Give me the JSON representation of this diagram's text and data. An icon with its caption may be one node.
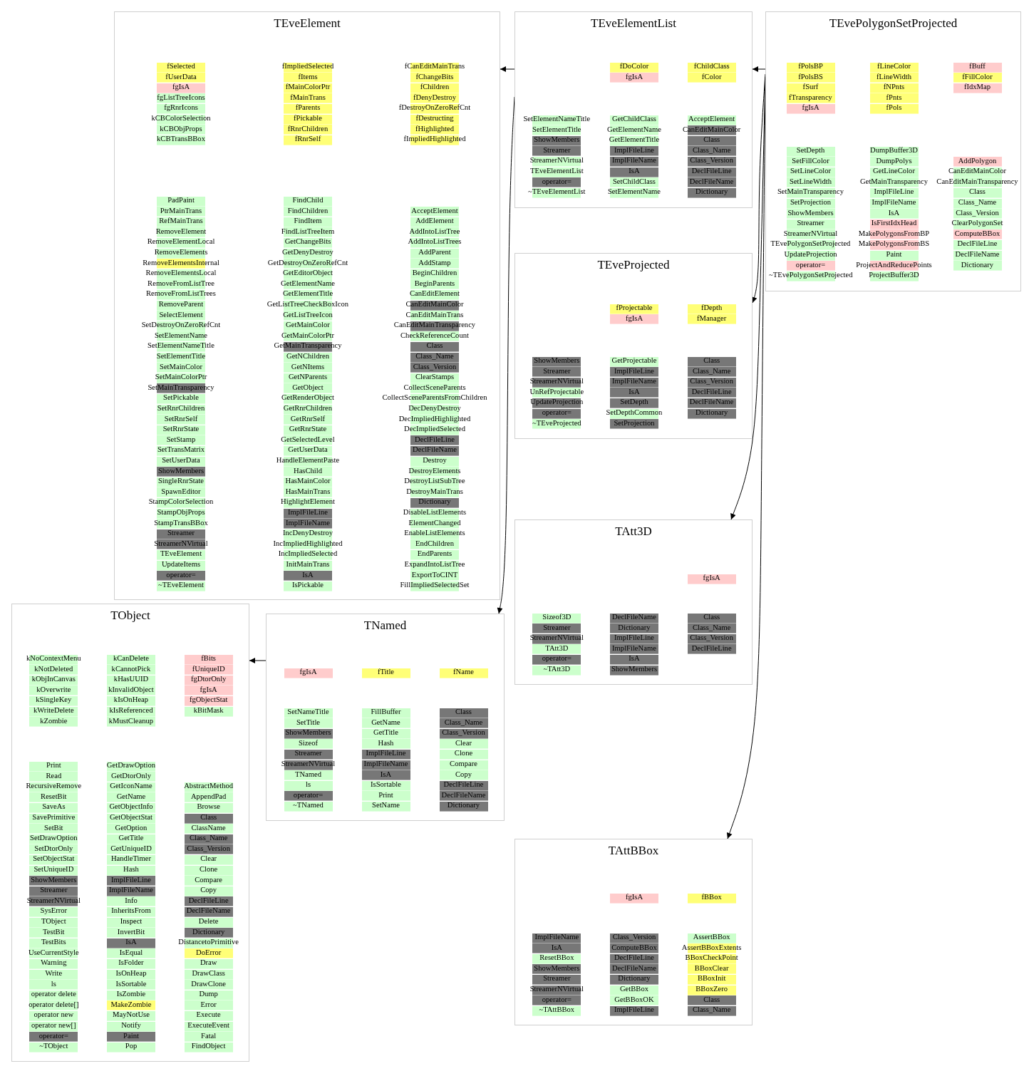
{
  "diagram": {
    "nodes": [
      {
        "text": [
          "TEveElement",
          "fSelected",
          "fUserData",
          "fgIsA",
          "fgListTreeIcons",
          "fgRnrIcons",
          "kCBColorSelection",
          "kCBObjProps",
          "kCBTransBBox",
          "fImpliedSelected",
          "fItems",
          "fMainColorPtr",
          "fMainTrans",
          "fParents",
          "fPickable",
          "fRnrChildren",
          "fRnrSelf",
          "fCanEditMainTrans",
          "fChangeBits",
          "fChildren",
          "fDenyDestroy",
          "fDestroyOnZeroRefCnt",
          "fDestructing",
          "fHighlighted",
          "fImpliedHighlighted",
          "PadPaint",
          "PtrMainTrans",
          "RefMainTrans",
          "RemoveElement",
          "RemoveElementLocal",
          "RemoveElements",
          "RemoveElementsInternal",
          "RemoveElementsLocal",
          "RemoveFromListTree",
          "RemoveFromListTrees",
          "RemoveParent",
          "SelectElement",
          "SetDestroyOnZeroRefCnt",
          "SetElementName",
          "SetElementNameTitle",
          "SetElementTitle",
          "SetMainColor",
          "SetMainColorPtr",
          "SetMainTransparency",
          "SetPickable",
          "SetRnrChildren",
          "SetRnrSelf",
          "SetRnrState",
          "SetStamp",
          "SetTransMatrix",
          "SetUserData",
          "ShowMembers",
          "SingleRnrState",
          "SpawnEditor",
          "StampColorSelection",
          "StampObjProps",
          "StampTransBBox",
          "Streamer",
          "StreamerNVirtual",
          "TEveElement",
          "UpdateItems",
          "operator=",
          "~TEveElement",
          "FindChild",
          "FindChildren",
          "FindItem",
          "FindListTreeItem",
          "GetChangeBits",
          "GetDenyDestroy",
          "GetDestroyOnZeroRefCnt",
          "GetEditorObject",
          "GetElementName",
          "GetElementTitle",
          "GetListTreeCheckBoxIcon",
          "GetListTreeIcon",
          "GetMainColor",
          "GetMainColorPtr",
          "GetMainTransparency",
          "GetNChildren",
          "GetNItems",
          "GetNParents",
          "GetObject",
          "GetRenderObject",
          "GetRnrChildren",
          "GetRnrSelf",
          "GetRnrState",
          "GetSelectedLevel",
          "GetUserData",
          "HandleElementPaste",
          "HasChild",
          "HasMainColor",
          "HasMainTrans",
          "HighlightElement",
          "ImplFileLine",
          "ImplFileName",
          "IncDenyDestroy",
          "IncImpliedHighlighted",
          "IncImpliedSelected",
          "InitMainTrans",
          "IsA",
          "IsPickable",
          "AcceptElement",
          "AddElement",
          "AddIntoListTree",
          "AddIntoListTrees",
          "AddParent",
          "AddStamp",
          "BeginChildren",
          "BeginParents",
          "CanEditElement",
          "CanEditMainColor",
          "CanEditMainTrans",
          "CanEditMainTransparency",
          "CheckReferenceCount",
          "Class",
          "Class_Name",
          "Class_Version",
          "ClearStamps",
          "CollectSceneParents",
          "CollectSceneParentsFromChildren",
          "DecDenyDestroy",
          "DecImpliedHighlighted",
          "DecImpliedSelected",
          "DeclFileLine",
          "DeclFileName",
          "Destroy",
          "DestroyElements",
          "DestroyListSubTree",
          "DestroyMainTrans",
          "Dictionary",
          "DisableListElements",
          "ElementChanged",
          "EnableListElements",
          "EndChildren",
          "EndParents",
          "ExpandIntoListTree",
          "ExportToCINT",
          "FillImpliedSelectedSet"
        ]
      },
      {
        "text": [
          "TEveElementList",
          "fDoColor",
          "fgIsA",
          "fChildClass",
          "fColor",
          "SetElementNameTitle",
          "SetElementTitle",
          "ShowMembers",
          "Streamer",
          "StreamerNVirtual",
          "TEveElementList",
          "operator=",
          "~TEveElementList",
          "GetChildClass",
          "GetElementName",
          "GetElementTitle",
          "ImplFileLine",
          "ImplFileName",
          "IsA",
          "SetChildClass",
          "SetElementName",
          "AcceptElement",
          "CanEditMainColor",
          "Class",
          "Class_Name",
          "Class_Version",
          "DeclFileLine",
          "DeclFileName",
          "Dictionary"
        ]
      },
      {
        "text": [
          "TEvePolygonSetProjected",
          "fPolsBP",
          "fPolsBS",
          "fSurf",
          "fTransparency",
          "fgIsA",
          "fLineColor",
          "fLineWidth",
          "fNPnts",
          "fPnts",
          "fPols",
          "fBuff",
          "fFillColor",
          "fIdxMap",
          "SetDepth",
          "SetFillColor",
          "SetLineColor",
          "SetLineWidth",
          "SetMainTransparency",
          "SetProjection",
          "ShowMembers",
          "Streamer",
          "StreamerNVirtual",
          "TEvePolygonSetProjected",
          "UpdateProjection",
          "operator=",
          "~TEvePolygonSetProjected",
          "DumpBuffer3D",
          "DumpPolys",
          "GetLineColor",
          "GetMainTransparency",
          "ImplFileLine",
          "ImplFileName",
          "IsA",
          "IsFirstIdxHead",
          "MakePolygonsFromBP",
          "MakePolygonsFromBS",
          "Paint",
          "ProjectAndReducePoints",
          "ProjectBuffer3D",
          "AddPolygon",
          "CanEditMainColor",
          "CanEditMainTransparency",
          "Class",
          "Class_Name",
          "Class_Version",
          "ClearPolygonSet",
          "ComputeBBox",
          "DeclFileLine",
          "DeclFileName",
          "Dictionary"
        ]
      },
      {
        "text": [
          "TEveProjected",
          "fProjectable",
          "fgIsA",
          "fDepth",
          "fManager",
          "ShowMembers",
          "Streamer",
          "StreamerNVirtual",
          "UnRefProjectable",
          "UpdateProjection",
          "operator=",
          "~TEveProjected",
          "GetProjectable",
          "ImplFileLine",
          "ImplFileName",
          "IsA",
          "SetDepth",
          "SetDepthCommon",
          "SetProjection",
          "Class",
          "Class_Name",
          "Class_Version",
          "DeclFileLine",
          "DeclFileName",
          "Dictionary"
        ]
      },
      {
        "text": [
          "TAtt3D",
          "fgIsA",
          "Sizeof3D",
          "Streamer",
          "StreamerNVirtual",
          "TAtt3D",
          "operator=",
          "~TAtt3D",
          "DeclFileName",
          "Dictionary",
          "ImplFileLine",
          "ImplFileName",
          "IsA",
          "ShowMembers",
          "Class",
          "Class_Name",
          "Class_Version",
          "DeclFileLine"
        ]
      },
      {
        "text": [
          "TObject",
          "kNoContextMenu",
          "kNotDeleted",
          "kObjInCanvas",
          "kOverwrite",
          "kSingleKey",
          "kWriteDelete",
          "kZombie",
          "kCanDelete",
          "kCannotPick",
          "kHasUUID",
          "kInvalidObject",
          "kIsOnHeap",
          "kIsReferenced",
          "kMustCleanup",
          "fBits",
          "fUniqueID",
          "fgDtorOnly",
          "fgIsA",
          "fgObjectStat",
          "kBitMask",
          "Print",
          "Read",
          "RecursiveRemove",
          "ResetBit",
          "SaveAs",
          "SavePrimitive",
          "SetBit",
          "SetDrawOption",
          "SetDtorOnly",
          "SetObjectStat",
          "SetUniqueID",
          "ShowMembers",
          "Streamer",
          "StreamerNVirtual",
          "SysError",
          "TObject",
          "TestBit",
          "TestBits",
          "UseCurrentStyle",
          "Warning",
          "Write",
          "ls",
          "operator delete",
          "operator delete[]",
          "operator new",
          "operator new[]",
          "operator=",
          "~TObject",
          "GetDrawOption",
          "GetDtorOnly",
          "GetIconName",
          "GetName",
          "GetObjectInfo",
          "GetObjectStat",
          "GetOption",
          "GetTitle",
          "GetUniqueID",
          "HandleTimer",
          "Hash",
          "ImplFileLine",
          "ImplFileName",
          "Info",
          "InheritsFrom",
          "Inspect",
          "InvertBit",
          "IsA",
          "IsEqual",
          "IsFolder",
          "IsOnHeap",
          "IsSortable",
          "IsZombie",
          "MakeZombie",
          "MayNotUse",
          "Notify",
          "Paint",
          "Pop",
          "AbstractMethod",
          "AppendPad",
          "Browse",
          "Class",
          "ClassName",
          "Class_Name",
          "Class_Version",
          "Clear",
          "Clone",
          "Compare",
          "Copy",
          "DeclFileLine",
          "DeclFileName",
          "Delete",
          "Dictionary",
          "DistancetoPrimitive",
          "DoError",
          "Draw",
          "DrawClass",
          "DrawClone",
          "Dump",
          "Error",
          "Execute",
          "ExecuteEvent",
          "Fatal",
          "FindObject"
        ]
      },
      {
        "text": [
          "TNamed",
          "fgIsA",
          "fTitle",
          "fName",
          "SetNameTitle",
          "SetTitle",
          "ShowMembers",
          "Sizeof",
          "Streamer",
          "StreamerNVirtual",
          "TNamed",
          "ls",
          "operator=",
          "~TNamed",
          "FillBuffer",
          "GetName",
          "GetTitle",
          "Hash",
          "ImplFileLine",
          "ImplFileName",
          "IsA",
          "IsSortable",
          "Print",
          "SetName",
          "Class",
          "Class_Name",
          "Class_Version",
          "Clear",
          "Clone",
          "Compare",
          "Copy",
          "DeclFileLine",
          "DeclFileName",
          "Dictionary"
        ]
      },
      {
        "text": [
          "TAttBBox",
          "fgIsA",
          "fBBox",
          "ImplFileName",
          "IsA",
          "ResetBBox",
          "ShowMembers",
          "Streamer",
          "StreamerNVirtual",
          "operator=",
          "~TAttBBox",
          "Class_Version",
          "ComputeBBox",
          "DeclFileLine",
          "DeclFileName",
          "Dictionary",
          "GetBBox",
          "GetBBoxOK",
          "ImplFileLine",
          "AssertBBox",
          "AssertBBoxExtents",
          "BBoxCheckPoint",
          "BBoxClear",
          "BBoxInit",
          "BBoxZero",
          "Class",
          "Class_Name"
        ]
      }
    ],
    "edges": [
      {
        "from": 1,
        "to": 0,
        "arrow": "to"
      },
      {
        "from": 1,
        "to": 6,
        "arrow": "to"
      },
      {
        "from": 2,
        "to": 1,
        "arrow": "to"
      },
      {
        "from": 2,
        "to": 3,
        "arrow": "to"
      },
      {
        "from": 2,
        "to": 4,
        "arrow": "to"
      },
      {
        "from": 2,
        "to": 7,
        "arrow": "to"
      },
      {
        "from": 6,
        "to": 5,
        "arrow": "to"
      }
    ]
  }
}
